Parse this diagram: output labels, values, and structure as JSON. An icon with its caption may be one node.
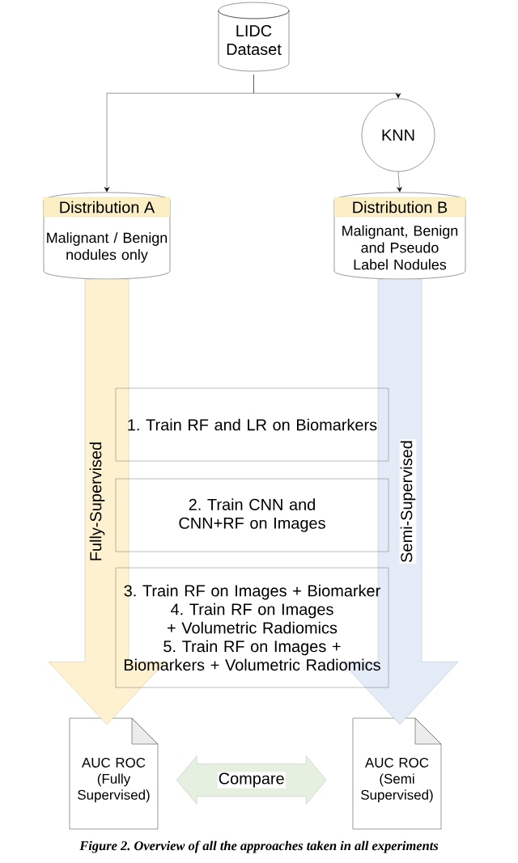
{
  "diagram": {
    "caption": "Figure 2. Overview of all the approaches taken in all experiments",
    "nodes": [
      {
        "text": [
          "LIDC Dataset"
        ]
      },
      {
        "text": [
          "KNN"
        ]
      },
      {
        "text": [
          "Distribution A",
          "Malignant / Benign nodules only"
        ]
      },
      {
        "text": [
          "Distribution B",
          "Malignant, Benign and Pseudo Label Nodules"
        ]
      },
      {
        "text": [
          "1. Train RF and LR on Biomarkers"
        ]
      },
      {
        "text": [
          "2. Train CNN and CNN+RF on Images"
        ]
      },
      {
        "text": [
          "3. Train RF on Images + Biomarker",
          "4. Train RF on Images + Volumetric Radiomics",
          "5. Train RF on Images + Biomarkers + Volumetric Radiomics"
        ]
      },
      {
        "text": [
          "AUC ROC (Fully Supervised)"
        ]
      },
      {
        "text": [
          "AUC ROC (Semi Supervised)"
        ]
      }
    ],
    "edges": [
      {
        "from": 0,
        "to": 2,
        "arrow": "to"
      },
      {
        "from": 0,
        "to": 1,
        "arrow": "to"
      },
      {
        "from": 1,
        "to": 3,
        "arrow": "to"
      },
      {
        "from": 2,
        "to": 7,
        "arrow": "to",
        "label": "Fully-Supervised",
        "style": "thick",
        "color": "#fdf1cf"
      },
      {
        "from": 3,
        "to": 8,
        "arrow": "to",
        "label": "Semi-Supervised",
        "style": "thick",
        "color": "#e3ebf7"
      },
      {
        "from": 7,
        "to": 8,
        "arrow": "both",
        "label": "Compare",
        "style": "thick",
        "color": "#e6f0e1"
      }
    ]
  }
}
